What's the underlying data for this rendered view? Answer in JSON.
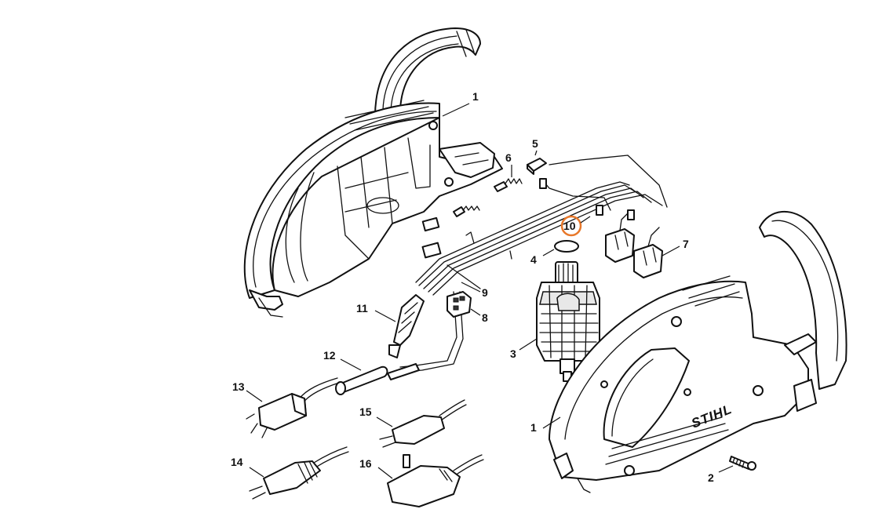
{
  "diagram": {
    "brand_mark": "STIHL",
    "highlight_color": "#e8782a",
    "highlighted_part": "10",
    "callouts": [
      {
        "key": "c1a",
        "label": "1"
      },
      {
        "key": "c1b",
        "label": "1"
      },
      {
        "key": "c2",
        "label": "2"
      },
      {
        "key": "c3",
        "label": "3"
      },
      {
        "key": "c4",
        "label": "4"
      },
      {
        "key": "c5",
        "label": "5"
      },
      {
        "key": "c6",
        "label": "6"
      },
      {
        "key": "c7",
        "label": "7"
      },
      {
        "key": "c8",
        "label": "8"
      },
      {
        "key": "c9",
        "label": "9"
      },
      {
        "key": "c10",
        "label": "10"
      },
      {
        "key": "c11",
        "label": "11"
      },
      {
        "key": "c12",
        "label": "12"
      },
      {
        "key": "c13",
        "label": "13"
      },
      {
        "key": "c14",
        "label": "14"
      },
      {
        "key": "c15",
        "label": "15"
      },
      {
        "key": "c16",
        "label": "16"
      }
    ]
  }
}
